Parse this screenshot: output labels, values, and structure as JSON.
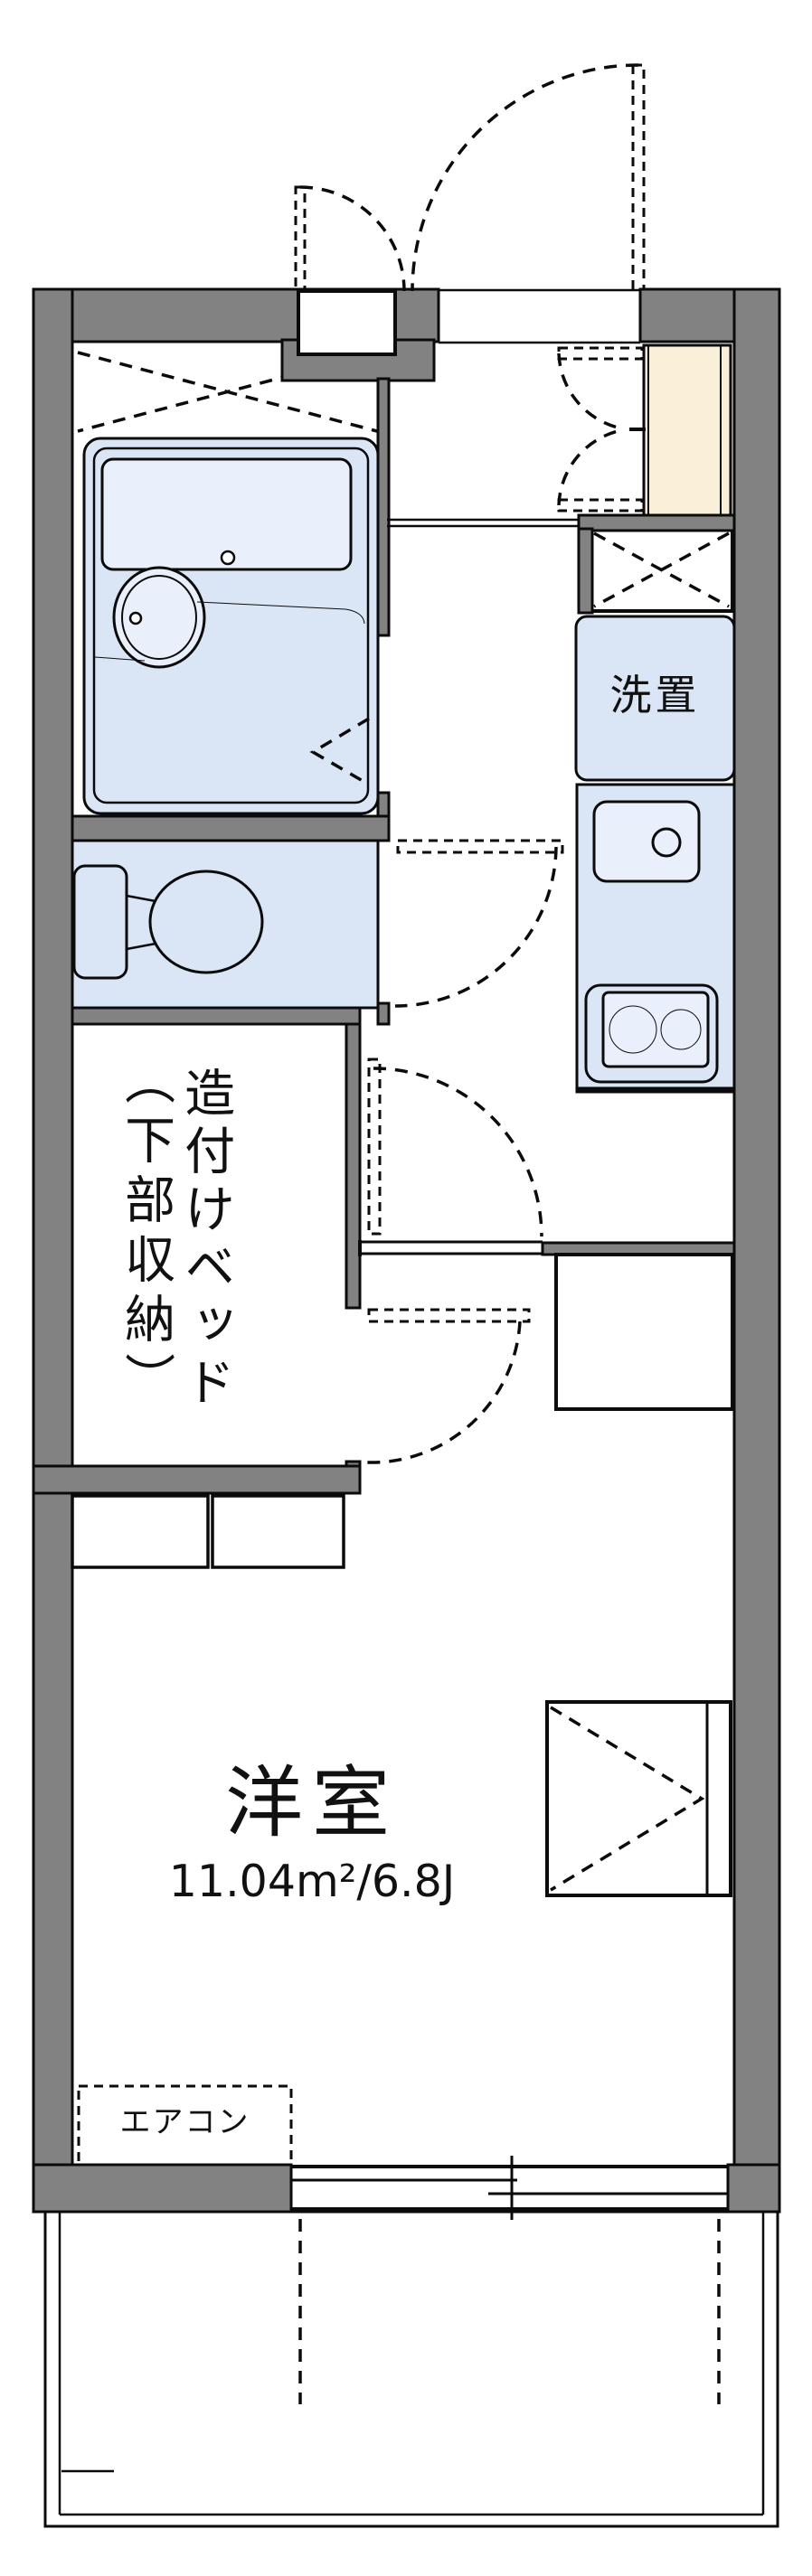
{
  "floorplan": {
    "labels": {
      "washer": "洗置",
      "bed_line1": "造付けベッド",
      "bed_line2": "（下部収納）",
      "room_name": "洋室",
      "room_area": "11.04m²/6.8J",
      "aircon": "エアコン"
    },
    "colors": {
      "wall": "#828282",
      "line": "#0b0b0b",
      "fix": "#dae6f6",
      "fixlight": "#e9f0fb",
      "genkan": "#faf0da"
    }
  }
}
